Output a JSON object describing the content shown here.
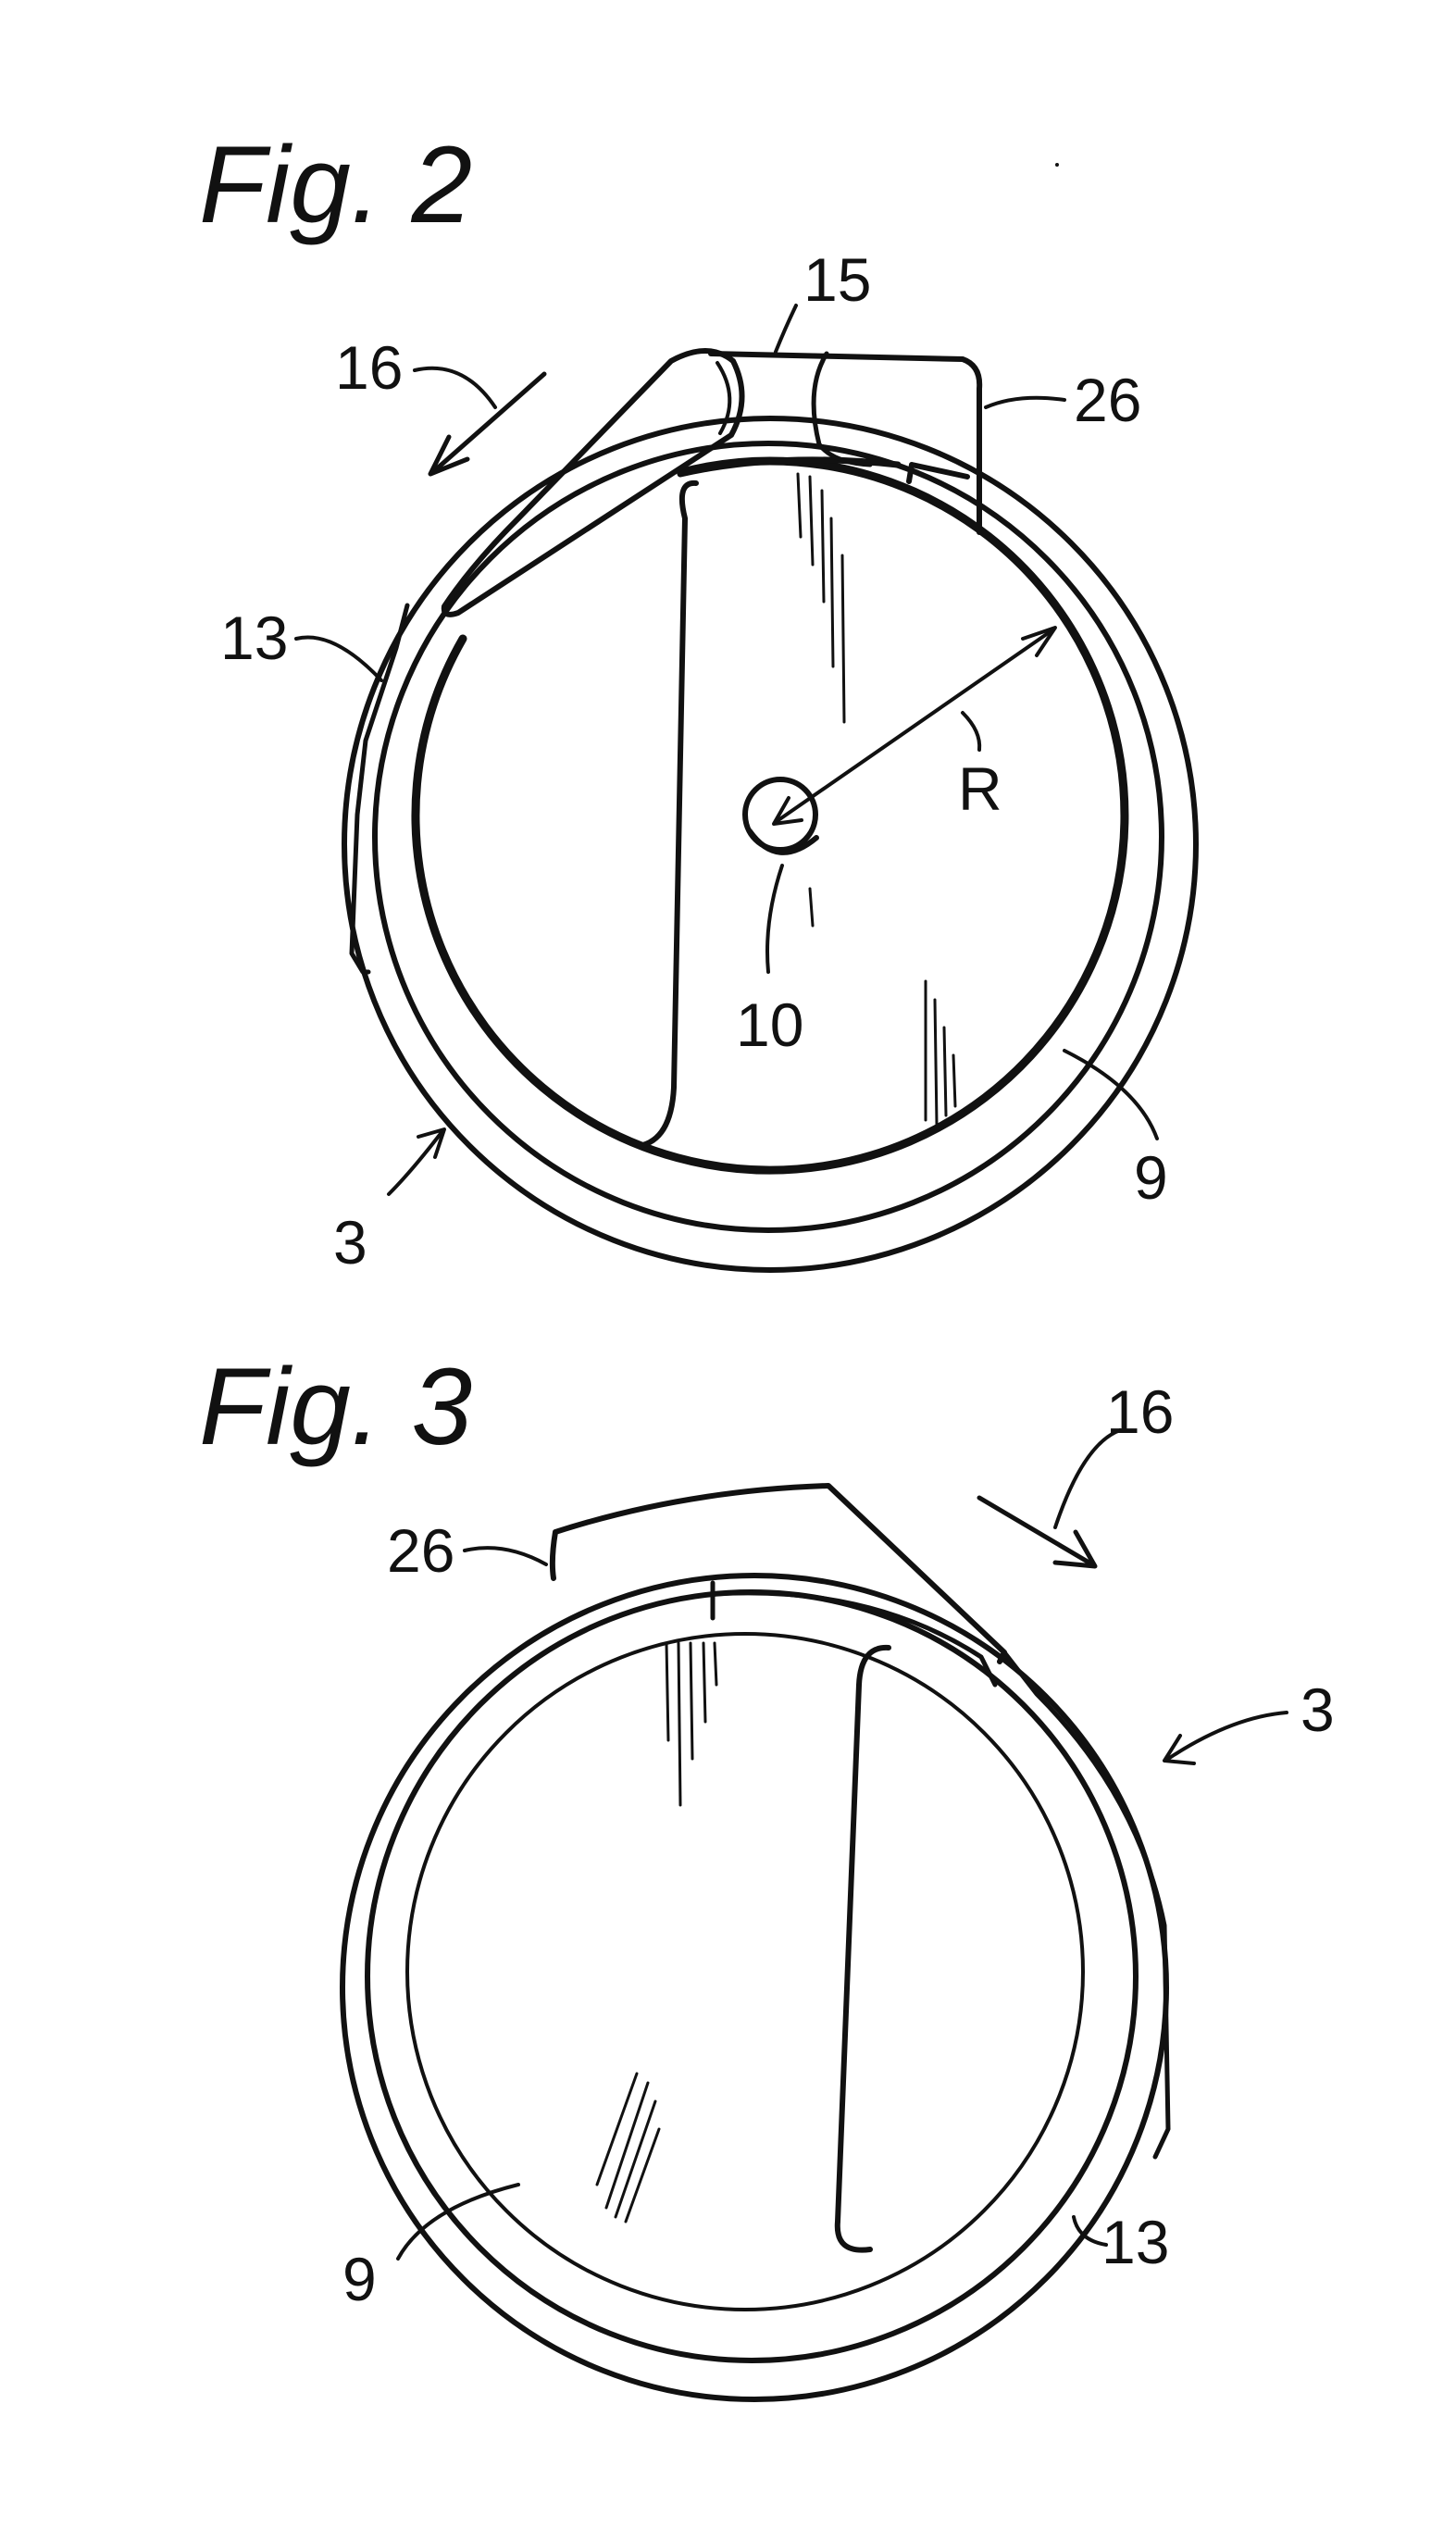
{
  "figures": [
    {
      "title": "Fig. 2",
      "labels": {
        "label_15": "15",
        "label_16": "16",
        "label_26": "26",
        "label_13": "13",
        "label_R": "R",
        "label_10": "10",
        "label_9": "9",
        "label_3": "3"
      }
    },
    {
      "title": "Fig. 3",
      "labels": {
        "label_16": "16",
        "label_26": "26",
        "label_3": "3",
        "label_9": "9",
        "label_13": "13"
      }
    }
  ],
  "colors": {
    "line": "#111111",
    "paper": "#ffffff"
  }
}
